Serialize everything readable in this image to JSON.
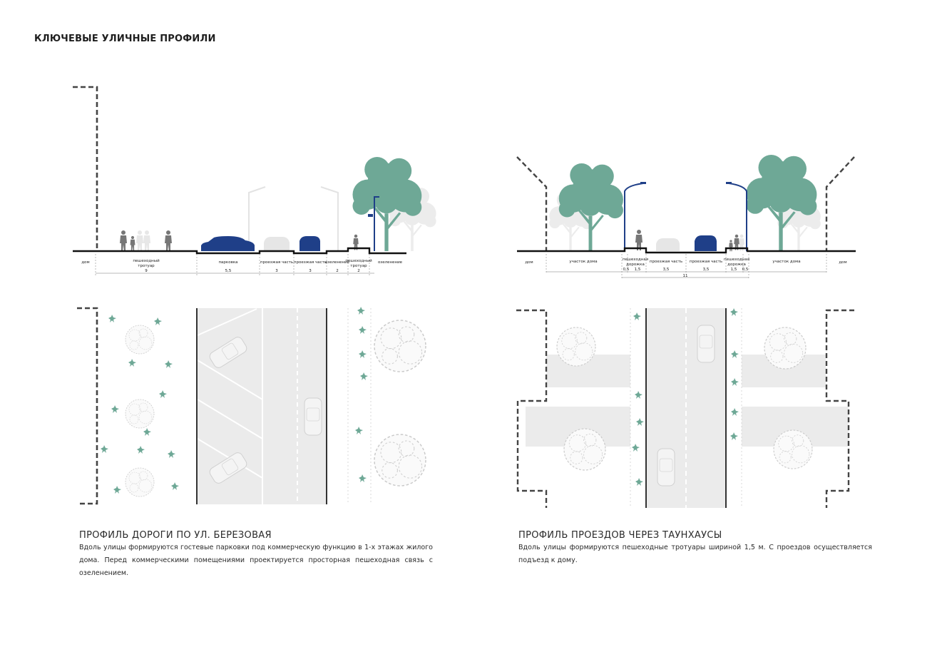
{
  "page_title": "КЛЮЧЕВЫЕ УЛИЧНЫЕ ПРОФИЛИ",
  "colors": {
    "accent_blue": "#1f3f88",
    "tree_green": "#6ea896",
    "ghost_grey": "#e6e6e6",
    "road_grey": "#ebebeb",
    "ink": "#1e1e1e"
  },
  "left_profile": {
    "caption_title": "ПРОФИЛЬ ДОРОГИ ПО УЛ. БЕРЕЗОВАЯ",
    "caption_text": "Вдоль улицы формируются гостевые парковки под коммерческую функцию в 1-х этажах жилого дома. Перед коммерческими помещениями проектируется просторная пешеходная связь с озеленением.",
    "zones": {
      "house": "дом",
      "sidewalk_a": "пешеходный",
      "sidewalk_b": "тротуар",
      "parking": "парковка",
      "roadway1": "проезжая часть",
      "roadway2": "проезжая часть",
      "green1": "озеленение",
      "sidewalk2_a": "пешеходный",
      "sidewalk2_b": "тротуар",
      "green2": "озеленение"
    },
    "widths": {
      "sidewalk": "9",
      "parking": "5,5",
      "roadway1": "3",
      "roadway2": "3",
      "green1": "2",
      "sidewalk2": "2"
    }
  },
  "right_profile": {
    "caption_title": "ПРОФИЛЬ ПРОЕЗДОВ ЧЕРЕЗ ТАУНХАУСЫ",
    "caption_text": "Вдоль улицы формируются пешеходные тротуары шириной 1,5 м. С проездов осуществляется подъезд к дому.",
    "zones": {
      "house_left": "дом",
      "plot_left": "участок дома",
      "sidewalk_left_a": "пешеходная",
      "sidewalk_left_b": "дорожка",
      "roadway1": "проезжая часть",
      "roadway2": "проезжая часть",
      "sidewalk_right_a": "пешеходная",
      "sidewalk_right_b": "дорожка",
      "plot_right": "участок дома",
      "house_right": "дом"
    },
    "widths": {
      "w1": "0,5",
      "w2": "1,5",
      "w3": "3,5",
      "w4": "3,5",
      "w5": "1,5",
      "w6": "0,5",
      "total": "11"
    }
  }
}
